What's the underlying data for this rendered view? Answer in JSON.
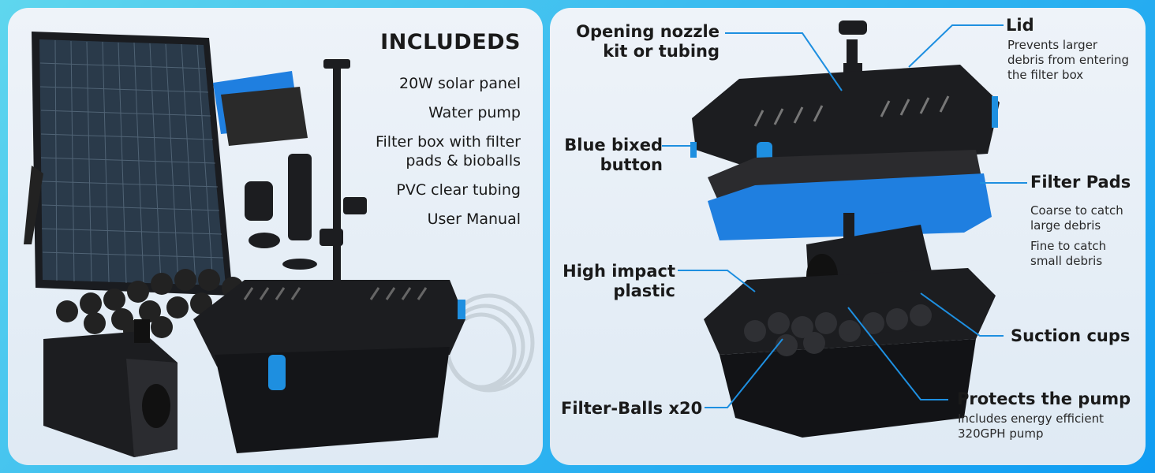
{
  "included": {
    "title": "INCLUDEDS",
    "items": [
      "20W solar panel",
      "Water pump",
      "Filter box with filter pads & bioballs",
      "PVC clear tubing",
      "User Manual"
    ]
  },
  "callouts": {
    "nozzle": {
      "title_line1": "Opening nozzle",
      "title_line2": "kit or tubing"
    },
    "lid": {
      "title": "Lid",
      "desc_line1": "Prevents larger",
      "desc_line2": "debris from entering",
      "desc_line3": "the filter box"
    },
    "button": {
      "title_line1": "Blue bixed",
      "title_line2": "button"
    },
    "pads": {
      "title": "Filter Pads",
      "desc1_line1": "Coarse to catch",
      "desc1_line2": "large debris",
      "desc2_line1": "Fine to catch",
      "desc2_line2": "small debris"
    },
    "plastic": {
      "title_line1": "High impact",
      "title_line2": "plastic"
    },
    "suction": {
      "title": "Suction cups"
    },
    "balls": {
      "title": "Filter-Balls x20"
    },
    "pump": {
      "title": "Protects the pump",
      "desc_line1": "Includes energy efficient",
      "desc_line2": "320GPH pump"
    }
  },
  "colors": {
    "accent": "#1e8fe0",
    "foam_blue": "#1f7fe0",
    "product_black": "#1c1d20"
  }
}
